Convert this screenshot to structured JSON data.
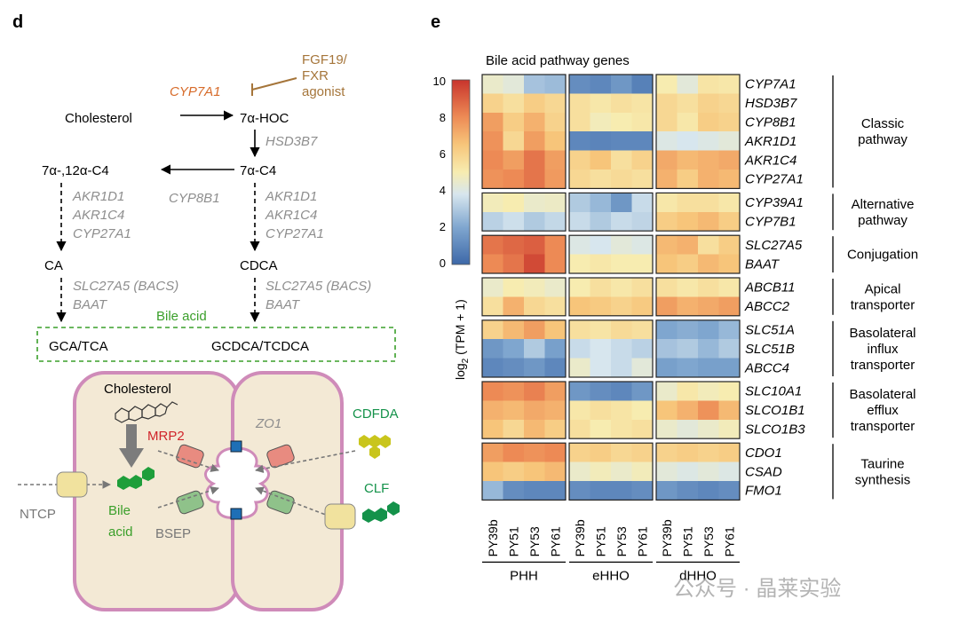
{
  "panel_d": {
    "label": "d",
    "pathway": {
      "cyp7a1": "CYP7A1",
      "fgf19_line1": "FGF19/",
      "fgf19_line2": "FXR",
      "fgf19_line3": "agonist",
      "cholesterol": "Cholesterol",
      "hoc": "7α-HOC",
      "hsd3b7": "HSD3B7",
      "c4_left": "7α-,12α-C4",
      "c4_right": "7α-C4",
      "cyp8b1": "CYP8B1",
      "left_enzymes": [
        "AKR1D1",
        "AKR1C4",
        "CYP27A1"
      ],
      "right_enzymes": [
        "AKR1D1",
        "AKR1C4",
        "CYP27A1"
      ],
      "ca": "CA",
      "cdca": "CDCA",
      "left_conj": [
        "SLC27A5 (BACS)",
        "BAAT"
      ],
      "right_conj": [
        "SLC27A5 (BACS)",
        "BAAT"
      ],
      "bile_acid_label": "Bile acid",
      "gca_tca": "GCA/TCA",
      "gcdca_tcdca": "GCDCA/TCDCA"
    },
    "cell_diagram": {
      "cholesterol": "Cholesterol",
      "mrp2": "MRP2",
      "zo1": "ZO1",
      "cdfda": "CDFDA",
      "clf": "CLF",
      "ntcp": "NTCP",
      "bile_line1": "Bile",
      "bile_line2": "acid",
      "bsep": "BSEP"
    }
  },
  "panel_e": {
    "label": "e",
    "title": "Bile acid pathway genes",
    "colorbar": {
      "ticks": [
        "10",
        "8",
        "6",
        "4",
        "2",
        "0"
      ],
      "label_main": "log",
      "label_sub": "2",
      "label_rest": " (TPM + 1)"
    },
    "chart_data": {
      "type": "heatmap",
      "title": "Bile acid pathway genes",
      "value_range": [
        0,
        10
      ],
      "value_label": "log2 (TPM + 1)",
      "columns": [
        "PY39b",
        "PY51",
        "PY53",
        "PY61"
      ],
      "groups": [
        "PHH",
        "eHHO",
        "dHHO"
      ],
      "blocks": [
        {
          "category": [
            "Classic",
            "pathway"
          ],
          "genes": [
            "CYP7A1",
            "HSD3B7",
            "CYP8B1",
            "AKR1D1",
            "AKR1C4",
            "CYP27A1"
          ]
        },
        {
          "category": [
            "Alternative",
            "pathway"
          ],
          "genes": [
            "CYP39A1",
            "CYP7B1"
          ]
        },
        {
          "category": [
            "Conjugation"
          ],
          "genes": [
            "SLC27A5",
            "BAAT"
          ]
        },
        {
          "category": [
            "Apical",
            "transporter"
          ],
          "genes": [
            "ABCB11",
            "ABCC2"
          ]
        },
        {
          "category": [
            "Basolateral",
            "influx",
            "transporter"
          ],
          "genes": [
            "SLC51A",
            "SLC51B",
            "ABCC4"
          ]
        },
        {
          "category": [
            "Basolateral",
            "efflux",
            "transporter"
          ],
          "genes": [
            "SLC10A1",
            "SLCO1B1",
            "SLCO1B3"
          ]
        },
        {
          "category": [
            "Taurine",
            "synthesis"
          ],
          "genes": [
            "CDO1",
            "CSAD",
            "FMO1"
          ]
        }
      ],
      "values": {
        "PHH": [
          [
            4.5,
            4.2,
            2.8,
            2.6
          ],
          [
            6.0,
            5.5,
            6.2,
            5.8
          ],
          [
            7.5,
            6.2,
            7.0,
            6.0
          ],
          [
            7.8,
            5.8,
            7.5,
            6.5
          ],
          [
            8.0,
            7.5,
            8.5,
            7.5
          ],
          [
            7.8,
            8.0,
            8.5,
            7.6
          ],
          [
            4.8,
            5.0,
            4.5,
            4.6
          ],
          [
            3.2,
            3.6,
            3.0,
            3.4
          ],
          [
            8.5,
            8.8,
            9.0,
            8.0
          ],
          [
            8.0,
            8.5,
            9.5,
            8.0
          ],
          [
            4.5,
            5.0,
            4.8,
            4.5
          ],
          [
            5.5,
            7.0,
            5.8,
            5.5
          ],
          [
            6.0,
            6.8,
            7.5,
            6.5
          ],
          [
            1.5,
            2.0,
            3.0,
            1.8
          ],
          [
            1.0,
            1.2,
            1.5,
            1.0
          ],
          [
            8.0,
            7.8,
            8.2,
            7.5
          ],
          [
            7.0,
            6.8,
            7.2,
            7.0
          ],
          [
            6.5,
            5.8,
            6.8,
            6.2
          ],
          [
            7.5,
            8.0,
            7.8,
            8.0
          ],
          [
            6.5,
            6.2,
            6.5,
            6.8
          ],
          [
            2.5,
            1.2,
            1.0,
            1.0
          ]
        ],
        "eHHO": [
          [
            1.2,
            1.0,
            1.5,
            0.8
          ],
          [
            5.5,
            5.2,
            5.5,
            5.3
          ],
          [
            5.5,
            4.8,
            5.0,
            5.2
          ],
          [
            1.0,
            0.9,
            1.0,
            1.0
          ],
          [
            6.0,
            6.5,
            5.5,
            6.0
          ],
          [
            5.8,
            5.5,
            5.7,
            5.5
          ],
          [
            3.0,
            2.5,
            1.5,
            3.5
          ],
          [
            3.5,
            3.0,
            3.5,
            3.3
          ],
          [
            4.0,
            3.8,
            4.2,
            4.0
          ],
          [
            5.0,
            5.2,
            5.0,
            5.0
          ],
          [
            5.0,
            5.5,
            5.2,
            5.5
          ],
          [
            6.5,
            6.3,
            6.0,
            6.3
          ],
          [
            5.5,
            5.3,
            5.7,
            5.5
          ],
          [
            3.5,
            3.8,
            3.5,
            3.2
          ],
          [
            4.5,
            3.8,
            3.5,
            4.2
          ],
          [
            1.5,
            1.2,
            1.0,
            1.5
          ],
          [
            5.2,
            5.5,
            5.3,
            5.0
          ],
          [
            5.5,
            5.0,
            5.3,
            5.5
          ],
          [
            6.0,
            6.2,
            5.8,
            6.0
          ],
          [
            4.5,
            4.8,
            4.5,
            4.8
          ],
          [
            1.2,
            1.0,
            1.0,
            1.2
          ]
        ],
        "dHHO": [
          [
            5.0,
            4.2,
            5.3,
            5.2
          ],
          [
            5.8,
            5.5,
            6.0,
            5.8
          ],
          [
            5.8,
            5.2,
            6.2,
            6.0
          ],
          [
            4.0,
            3.8,
            4.0,
            4.2
          ],
          [
            7.2,
            6.8,
            7.0,
            7.2
          ],
          [
            7.0,
            6.2,
            7.0,
            6.8
          ],
          [
            5.2,
            5.5,
            5.5,
            5.2
          ],
          [
            6.2,
            6.5,
            6.8,
            6.2
          ],
          [
            6.8,
            7.0,
            5.5,
            6.2
          ],
          [
            6.5,
            6.2,
            6.8,
            6.5
          ],
          [
            5.5,
            5.2,
            5.5,
            5.2
          ],
          [
            7.5,
            7.0,
            7.2,
            7.5
          ],
          [
            2.0,
            2.2,
            2.0,
            2.5
          ],
          [
            2.8,
            3.0,
            2.5,
            3.0
          ],
          [
            1.8,
            2.0,
            1.8,
            1.8
          ],
          [
            4.5,
            5.2,
            4.8,
            5.0
          ],
          [
            6.5,
            7.0,
            7.8,
            6.8
          ],
          [
            4.5,
            4.2,
            4.5,
            4.8
          ],
          [
            6.0,
            6.2,
            6.0,
            6.2
          ],
          [
            4.2,
            4.0,
            4.2,
            4.0
          ],
          [
            1.5,
            1.2,
            1.0,
            1.2
          ]
        ]
      }
    }
  },
  "watermark": "公众号 · 晶莱实验",
  "colors": {
    "enzyme_gray": "#8e8e8e",
    "cyp7a1_orange": "#d76b2a",
    "fgf_brown": "#a5753a",
    "bile_green": "#3a9f2a",
    "mrp2_red": "#d0242a",
    "cell_fill": "#f3e9d5",
    "cell_border": "#cf8bb9",
    "cdfda_yellow": "#c9c51c",
    "clf_green": "#14924a"
  }
}
